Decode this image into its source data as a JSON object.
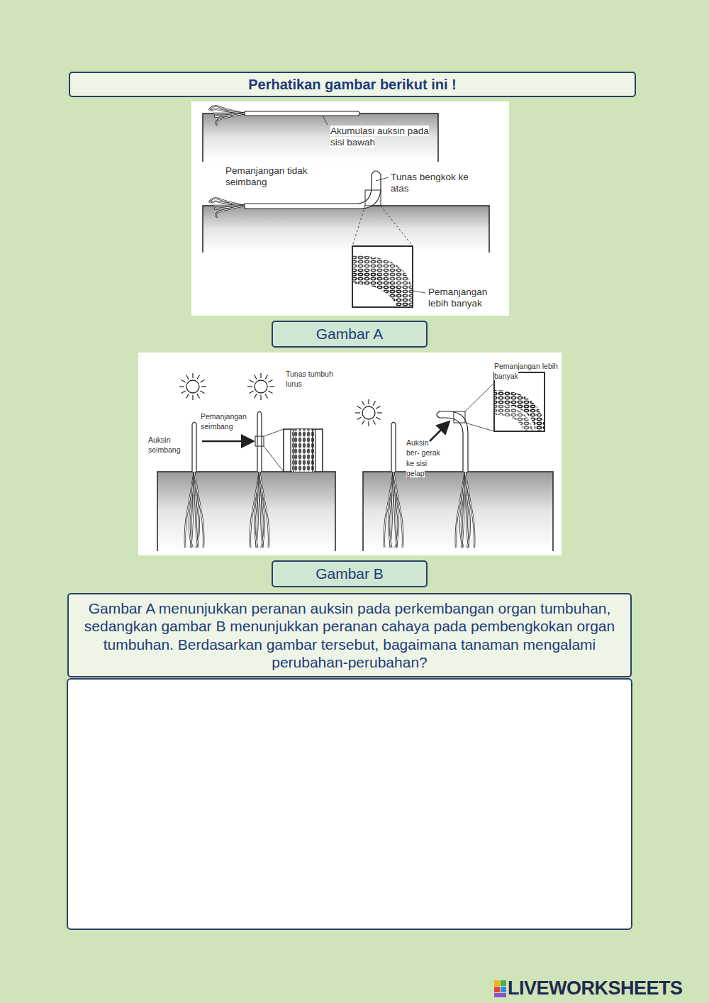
{
  "diagram": {
    "title": "Perhatikan gambar berikut ini !",
    "nodes": [
      {
        "text": [
          "Gambar A"
        ]
      },
      {
        "text": [
          "Gambar B"
        ]
      },
      {
        "text": [
          "Gambar A menunjukkan peranan auksin pada perkembangan organ tumbuhan, sedangkan gambar B menunjukkan peranan cahaya pada pembengkokan organ tumbuhan. Berdasarkan gambar tersebut, bagaimana tanaman mengalami perubahan-perubahan?"
        ]
      }
    ],
    "labels": [
      "Akumulasi auksin pada sisi bawah",
      "Pemanjangan tidak seimbang",
      "Tunas bengkok ke atas",
      "Pemanjangan lebih banyak",
      "Tunas tumbuh lurus",
      "Pemanjangan seimbang",
      "Auksin seimbang",
      "Pemanjangan lebih banyak",
      "Auksin ber- gerak ke sisi gelap",
      "LIVEWORKSHEETS"
    ]
  }
}
